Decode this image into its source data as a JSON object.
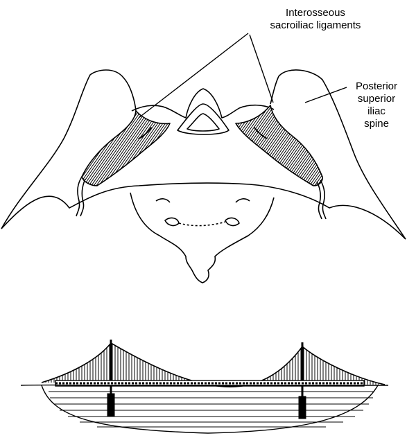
{
  "labels": {
    "interosseous": {
      "line1": "Interosseous",
      "line2": "sacroiliac ligaments"
    },
    "psis": {
      "line1": "Posterior",
      "line2": "superior",
      "line3": "iliac",
      "line4": "spine"
    }
  }
}
